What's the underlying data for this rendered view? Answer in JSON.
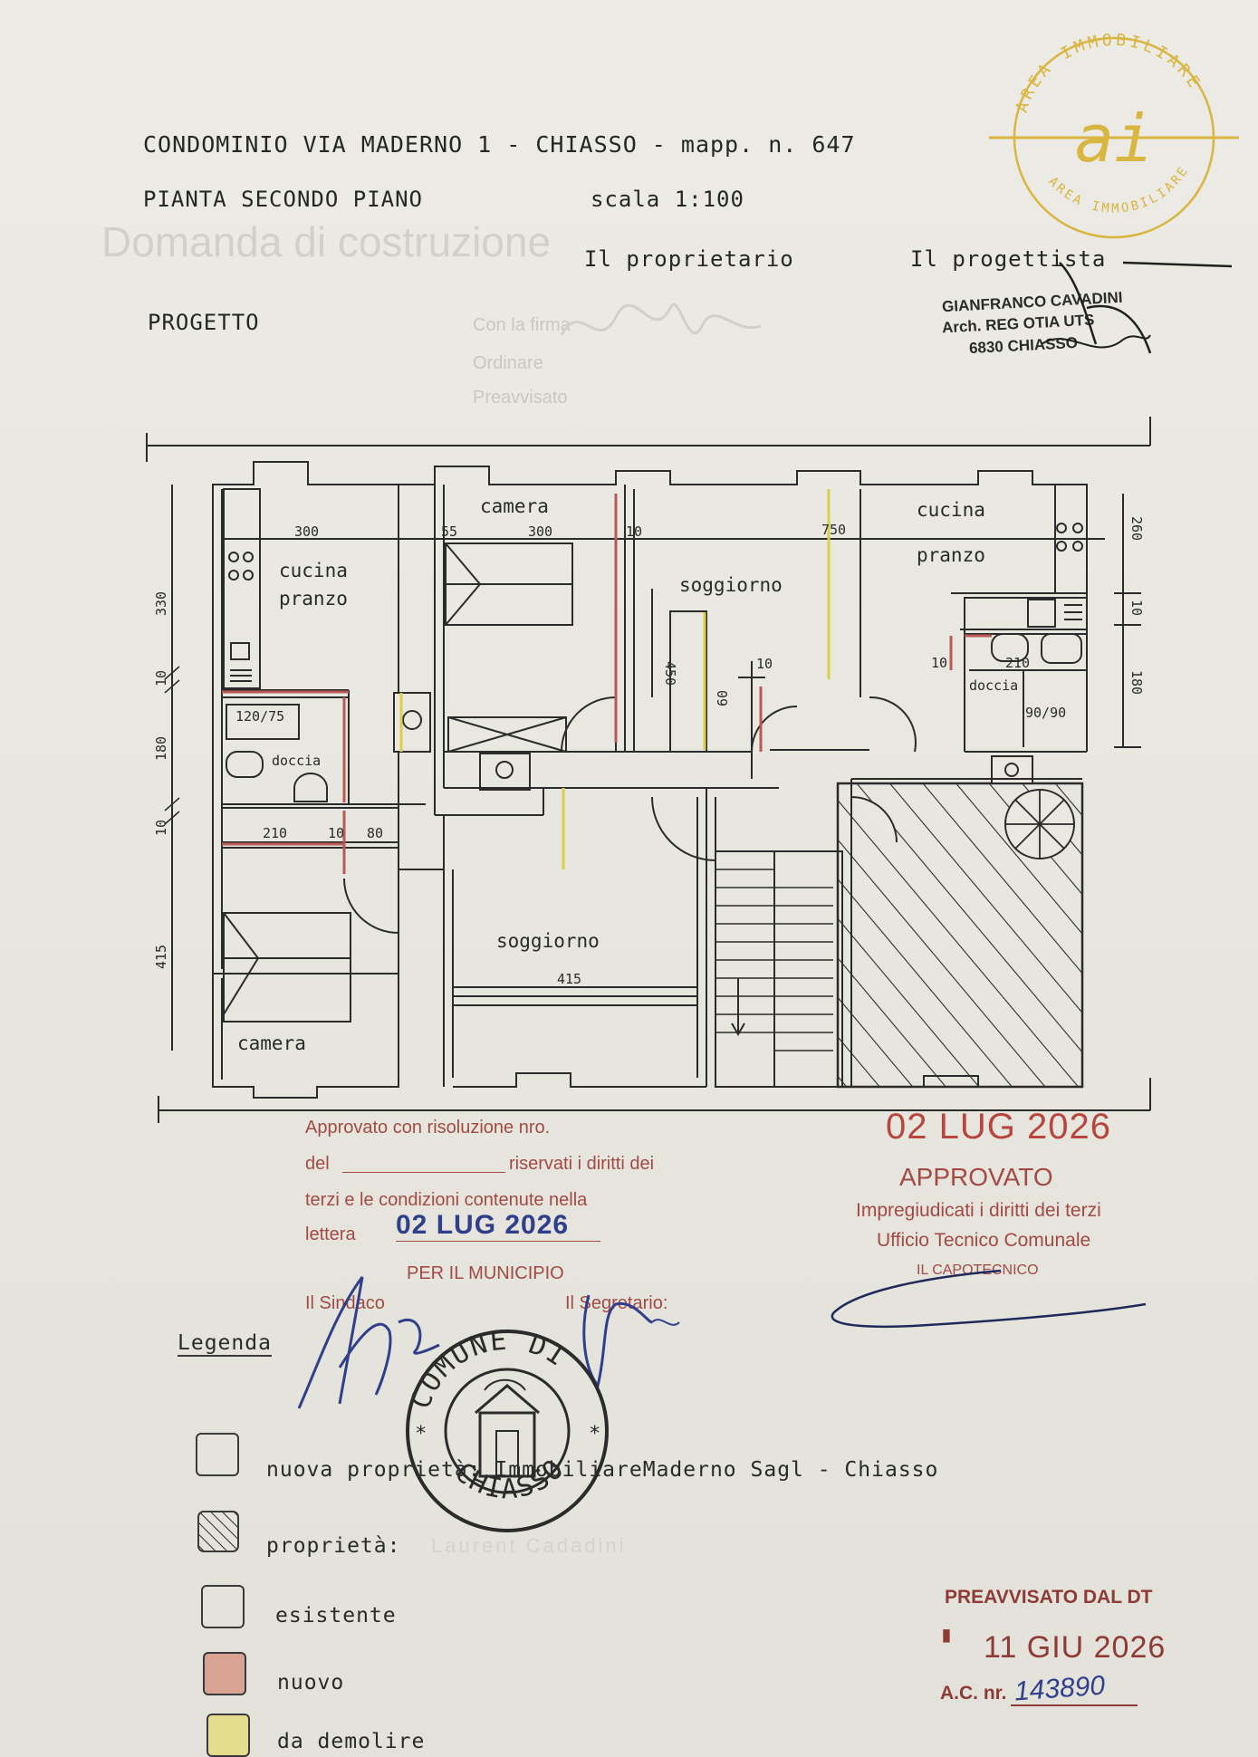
{
  "header": {
    "line1": "CONDOMINIO VIA MADERNO 1 - CHIASSO - mapp. n. 647",
    "line2_left": "PIANTA SECONDO PIANO",
    "line2_scale": "scala 1:100",
    "owner_label": "Il proprietario",
    "designer_label": "Il progettista",
    "project_label": "PROGETTO"
  },
  "designer_stamp": {
    "name": "GIANFRANCO CAVADINI",
    "title": "Arch. REG OTIA UTS",
    "city": "6830 CHIASSO"
  },
  "logo": {
    "ring_top": "AREA IMMOBILIARE",
    "ring_bottom": "AREA IMMOBILIARE",
    "monogram": "ai",
    "color": "#d9b640"
  },
  "faded_background": {
    "title": "Domanda di costruzione",
    "lines": [
      "Con la firma",
      "Ordinare",
      "Preavvisato"
    ]
  },
  "rooms": {
    "left_kitchen": [
      "cucina",
      "pranzo"
    ],
    "left_bath": "doccia",
    "left_bedroom": "camera",
    "center_bedroom": "camera",
    "center_living": "soggiorno",
    "lower_living": "soggiorno",
    "right_kitchen": [
      "cucina",
      "pranzo"
    ],
    "right_bath": "doccia"
  },
  "dimensions": {
    "d300a": "300",
    "d55": "55",
    "d300b": "300",
    "d10a": "10",
    "d750": "750",
    "d450": "450",
    "d10b": "10",
    "d60": "60",
    "d10c": "10",
    "d210a": "210",
    "d9090": "90/90",
    "d12075": "120/75",
    "d210b": "210",
    "d10d": "10",
    "d80": "80",
    "d415": "415",
    "left_330": "330",
    "left_10a": "10",
    "left_180": "180",
    "left_10b": "10",
    "left_415": "415",
    "right_260": "260",
    "right_10": "10",
    "right_180": "180"
  },
  "approval": {
    "line1": "Approvato con risoluzione nro.",
    "line2_prefix": "del",
    "line2_suffix": "riservati i diritti dei",
    "line3": "terzi e le condizioni contenute nella",
    "line4_prefix": "lettera",
    "line4_date": "02 LUG 2026",
    "municipio": "PER IL MUNICIPIO",
    "sindaco": "Il Sindaco",
    "segretario": "Il Segretario:"
  },
  "stamp_right": {
    "date": "02 LUG 2026",
    "approved": "APPROVATO",
    "line1": "Impregiudicati i diritti dei terzi",
    "line2": "Ufficio Tecnico Comunale",
    "line3": "IL CAPOTECNICO"
  },
  "seal": {
    "top": "COMUNE DI",
    "bottom": "CHIASSO"
  },
  "legend": {
    "title": "Legenda",
    "items": [
      {
        "label": "nuova proprietà: ImmobiliareMaderno Sagl - Chiasso",
        "swatch": "none"
      },
      {
        "label": "proprietà:",
        "swatch": "hatch"
      },
      {
        "label": "esistente",
        "swatch": "none"
      },
      {
        "label": "nuovo",
        "swatch": "#d9a394"
      },
      {
        "label": "da demolire",
        "swatch": "#e2dc8c"
      }
    ],
    "owner_faded": "Laurent Cadadini"
  },
  "preavviso": {
    "label": "PREAVVISATO DAL DT",
    "date": "11 GIU 2026",
    "ac_label": "A.C. nr.",
    "ac_number": "143890"
  }
}
